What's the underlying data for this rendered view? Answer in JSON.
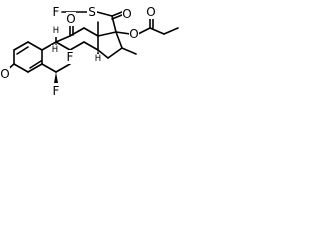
{
  "labels": {
    "f_fluoromethyl": "F",
    "s_thio": "S",
    "o_thioester": "O",
    "o_ester_link": "O",
    "o_propionate": "O",
    "o_c11": "O",
    "h_c9": "H",
    "f_c9": "F",
    "h_c8": "H",
    "o_c3": "O",
    "h_c14": "H",
    "f_c6": "F"
  }
}
